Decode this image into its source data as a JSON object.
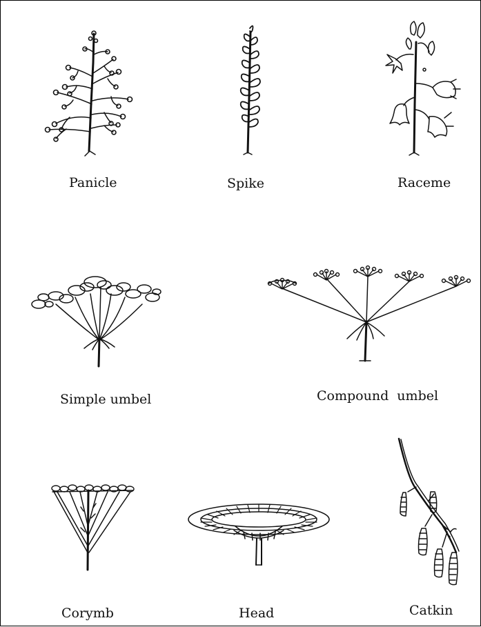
{
  "labels": {
    "panicle": "Panicle",
    "spike": "Spike",
    "raceme": "Raceme",
    "simple_umbel": "Simple umbel",
    "compound_umbel": "Compound  umbel",
    "corymb": "Corymb",
    "head": "Head",
    "catkin": "Catkin"
  }
}
